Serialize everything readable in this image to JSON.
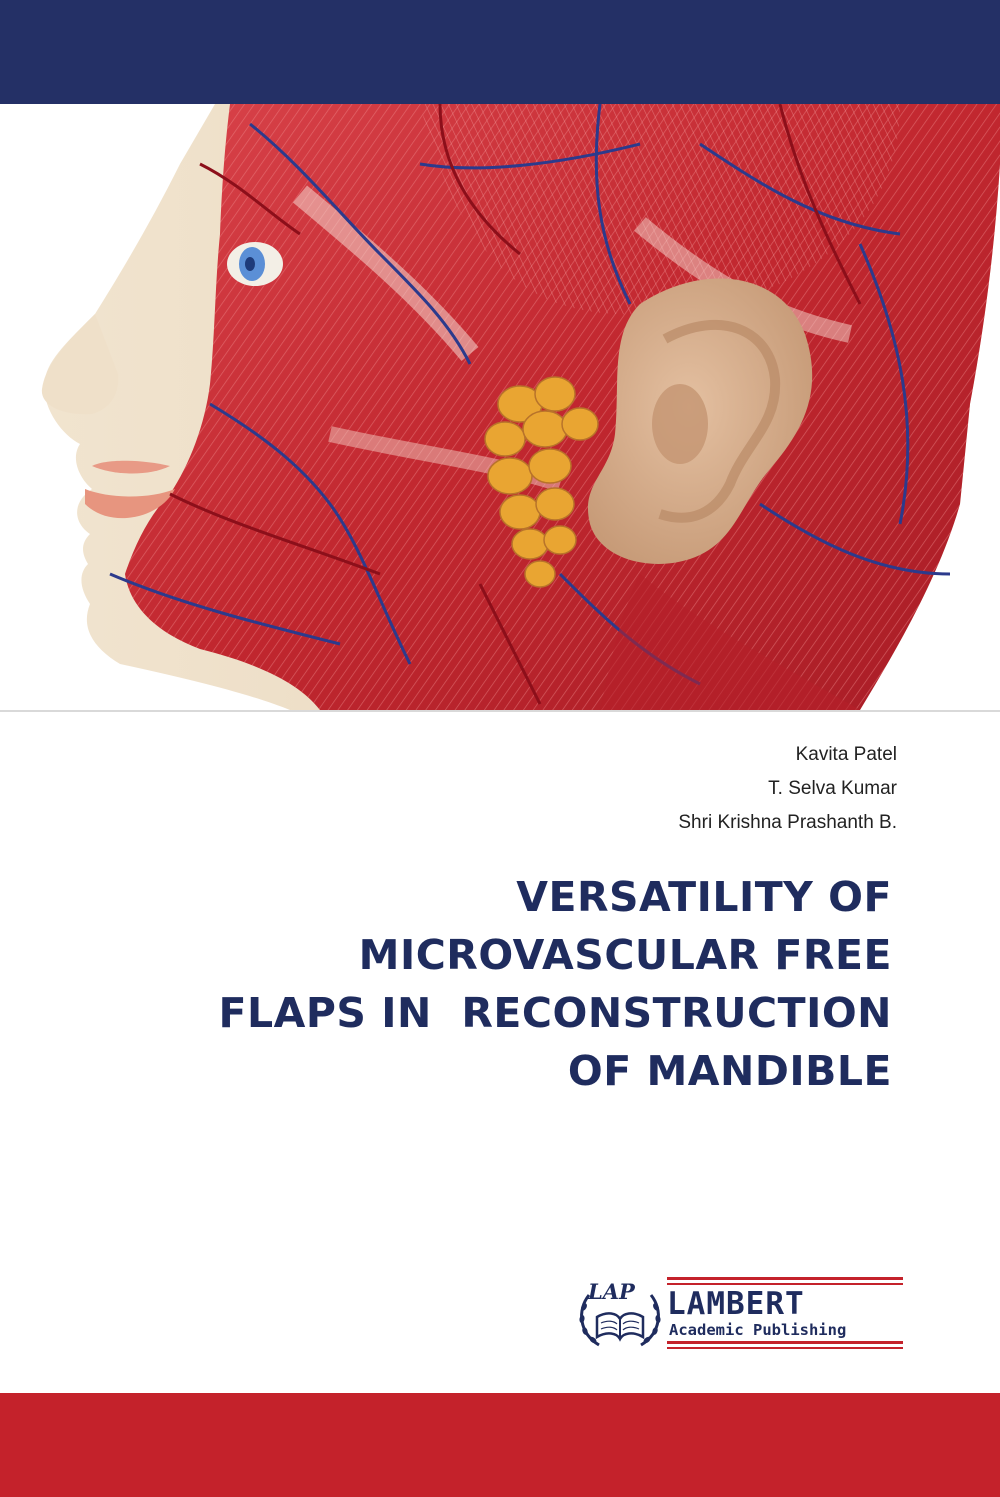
{
  "cover": {
    "image_subject": "anatomical-head-model",
    "colors": {
      "top_band": "#243066",
      "bottom_band": "#c4222b",
      "title": "#1f2c5e"
    }
  },
  "authors": [
    "Kavita Patel",
    "T. Selva Kumar",
    "Shri Krishna Prashanth B."
  ],
  "title_lines": [
    "VERSATILITY OF",
    "MICROVASCULAR FREE",
    "FLAPS IN  RECONSTRUCTION",
    "OF MANDIBLE"
  ],
  "publisher": {
    "abbr": "LAP",
    "name": "LAMBERT",
    "subtitle": "Academic Publishing"
  }
}
